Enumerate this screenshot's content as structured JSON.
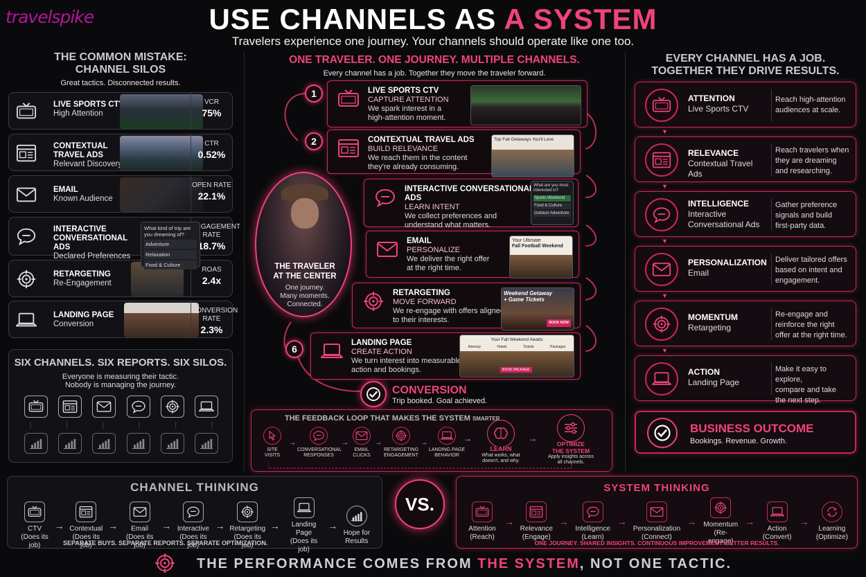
{
  "brand": "travelspike",
  "header": {
    "title_a": "USE CHANNELS AS",
    "title_b": "A SYSTEM",
    "subtitle": "Travelers experience one journey. Your channels should operate like one too."
  },
  "left": {
    "heading_1": "THE COMMON MISTAKE:",
    "heading_2": "CHANNEL SILOS",
    "sub": "Great tactics. Disconnected results.",
    "rows": [
      {
        "name": "LIVE SPORTS CTV",
        "sub": "High Attention",
        "metric_label": "VCR",
        "metric_value": "75%",
        "icon": "tv-icon"
      },
      {
        "name": "CONTEXTUAL",
        "name2": "TRAVEL ADS",
        "sub": "Relevant Discovery",
        "metric_label": "CTR",
        "metric_value": "0.52%",
        "icon": "browser-icon"
      },
      {
        "name": "EMAIL",
        "sub": "Known Audience",
        "metric_label": "OPEN RATE",
        "metric_value": "22.1%",
        "icon": "mail-icon"
      },
      {
        "name": "INTERACTIVE",
        "name2": "CONVERSATIONAL ADS",
        "sub": "Declared Preferences",
        "metric_label": "ENGAGEMENT RATE",
        "metric_value": "18.7%",
        "icon": "chat-icon"
      },
      {
        "name": "RETARGETING",
        "sub": "Re-Engagement",
        "metric_label": "ROAS",
        "metric_value": "2.4x",
        "icon": "target-icon"
      },
      {
        "name": "LANDING PAGE",
        "sub": "Conversion",
        "metric_label": "CONVERSION RATE",
        "metric_value": "2.3%",
        "icon": "laptop-icon"
      }
    ],
    "interactive_popup": {
      "question": "What kind of trip are you dreaming of?",
      "options": [
        "Adventure",
        "Relaxation",
        "Food & Culture"
      ]
    },
    "silos_heading": "SIX CHANNELS. SIX REPORTS. SIX SILOS.",
    "silos_sub_1": "Everyone is measuring their tactic.",
    "silos_sub_2": "Nobody is managing the journey."
  },
  "center": {
    "heading": "ONE TRAVELER. ONE JOURNEY. MULTIPLE CHANNELS.",
    "sub": "Every channel has a job. Together they move the traveler forward.",
    "traveler_title_1": "THE TRAVELER",
    "traveler_title_2": "AT THE CENTER",
    "traveler_sub_1": "One journey.",
    "traveler_sub_2": "Many moments.",
    "traveler_sub_3": "Connected.",
    "steps": [
      {
        "num": "1",
        "name": "LIVE SPORTS CTV",
        "label": "CAPTURE ATTENTION",
        "d1": "We spark interest in a",
        "d2": "high-attention moment."
      },
      {
        "num": "2",
        "name": "CONTEXTUAL TRAVEL ADS",
        "label": "BUILD RELEVANCE",
        "d1": "We reach them in the content",
        "d2": "they're already consuming.",
        "shot": "Top Fall Getaways You'll Love"
      },
      {
        "name": "INTERACTIVE CONVERSATIONAL ADS",
        "label": "LEARN INTENT",
        "d1": "We collect preferences and",
        "d2": "understand what matters.",
        "shot": "What are you most interested in?",
        "opts": [
          "Sports Weekend",
          "Food & Culture",
          "Outdoor Adventure"
        ]
      },
      {
        "name": "EMAIL",
        "label": "PERSONALIZE",
        "d1": "We deliver the right offer",
        "d2": "at the right time.",
        "shot_1": "Your Ultimate",
        "shot_2": "Fall Football Weekend"
      },
      {
        "name": "RETARGETING",
        "label": "MOVE FORWARD",
        "d1": "We re-engage with offers aligned",
        "d2": "to their interests.",
        "shot_1": "Weekend Getaway",
        "shot_2": "+ Game Tickets",
        "shot_btn": "BOOK NOW"
      },
      {
        "num": "6",
        "name": "LANDING PAGE",
        "label": "CREATE ACTION",
        "d1": "We turn interest into measurable",
        "d2": "action and bookings.",
        "shot": "Your Fall Weekend Awaits",
        "tabs": [
          "Itinerary",
          "Hotels",
          "Tickets",
          "Packages"
        ],
        "shot_btn": "BOOK PACKAGE"
      }
    ],
    "conversion": "CONVERSION",
    "conversion_sub": "Trip booked. Goal achieved.",
    "feedback": {
      "heading": "THE FEEDBACK LOOP THAT MAKES THE SYSTEM",
      "heading_small": "SMARTER",
      "items": [
        {
          "l1": "SITE",
          "l2": "VISITS"
        },
        {
          "l1": "CONVERSATIONAL",
          "l2": "RESPONSES"
        },
        {
          "l1": "EMAIL",
          "l2": "CLICKS"
        },
        {
          "l1": "RETARGETING",
          "l2": "ENGAGEMENT"
        },
        {
          "l1": "LANDING PAGE",
          "l2": "BEHAVIOR"
        }
      ],
      "learn": "LEARN",
      "learn_sub_1": "What works, what",
      "learn_sub_2": "doesn't, and why.",
      "optimize_1": "OPTIMIZE",
      "optimize_2": "THE SYSTEM",
      "optimize_sub_1": "Apply insights across",
      "optimize_sub_2": "all channels."
    }
  },
  "right": {
    "heading_1": "EVERY CHANNEL HAS A JOB.",
    "heading_2": "TOGETHER THEY DRIVE RESULTS.",
    "rows": [
      {
        "name": "ATTENTION",
        "sub": "Live Sports CTV",
        "d1": "Reach high-attention",
        "d2": "audiences at scale.",
        "d3": ""
      },
      {
        "name": "RELEVANCE",
        "sub": "Contextual Travel Ads",
        "d1": "Reach travelers when",
        "d2": "they are dreaming",
        "d3": "and researching."
      },
      {
        "name": "INTELLIGENCE",
        "sub": "Interactive",
        "sub2": "Conversational Ads",
        "d1": "Gather preference",
        "d2": "signals and build",
        "d3": "first-party data."
      },
      {
        "name": "PERSONALIZATION",
        "sub": "Email",
        "d1": "Deliver tailored offers",
        "d2": "based on intent and",
        "d3": "engagement."
      },
      {
        "name": "MOMENTUM",
        "sub": "Retargeting",
        "d1": "Re-engage and",
        "d2": "reinforce the right",
        "d3": "offer at the right time."
      },
      {
        "name": "ACTION",
        "sub": "Landing Page",
        "d1": "Make it easy to explore,",
        "d2": "compare and take",
        "d3": "the next step."
      }
    ],
    "outcome": "BUSINESS OUTCOME",
    "outcome_sub": "Bookings. Revenue. Growth."
  },
  "channel_thinking": {
    "heading": "CHANNEL THINKING",
    "items": [
      {
        "l1": "CTV",
        "l2": "(Does its job)"
      },
      {
        "l1": "Contextual",
        "l2": "(Does its job)"
      },
      {
        "l1": "Email",
        "l2": "(Does its job)"
      },
      {
        "l1": "Interactive",
        "l2": "(Does its job)"
      },
      {
        "l1": "Retargeting",
        "l2": "(Does its job)"
      },
      {
        "l1": "Landing Page",
        "l2": "(Does its job)"
      },
      {
        "l1": "Hope for",
        "l2": "Results"
      }
    ],
    "footer": "SEPARATE BUYS. SEPARATE REPORTS. SEPARATE OPTIMIZATION."
  },
  "vs": "VS.",
  "system_thinking": {
    "heading": "SYSTEM THINKING",
    "items": [
      {
        "l1": "Attention",
        "l2": "(Reach)"
      },
      {
        "l1": "Relevance",
        "l2": "(Engage)"
      },
      {
        "l1": "Intelligence",
        "l2": "(Learn)"
      },
      {
        "l1": "Personalization",
        "l2": "(Connect)"
      },
      {
        "l1": "Momentum",
        "l2": "(Re-engage)"
      },
      {
        "l1": "Action",
        "l2": "(Convert)"
      },
      {
        "l1": "Learning",
        "l2": "(Optimize)"
      }
    ],
    "footer": "ONE JOURNEY. SHARED INSIGHTS. CONTINUOUS IMPROVEMENT. BETTER RESULTS."
  },
  "tagline": {
    "a": "THE PERFORMANCE COMES FROM",
    "b": "THE SYSTEM",
    "c": ", NOT ONE TACTIC."
  },
  "colors": {
    "accent": "#f0437a",
    "border": "#d0245e",
    "bg": "#0a0a0c"
  }
}
